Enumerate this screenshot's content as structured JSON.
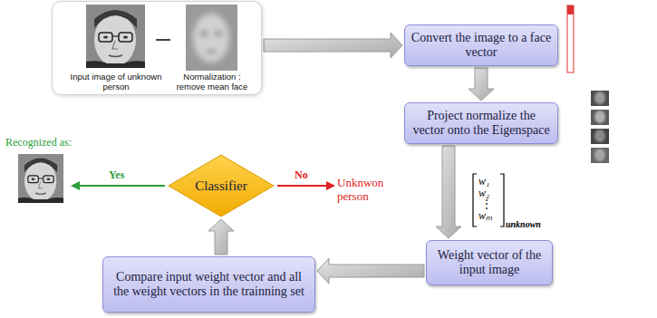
{
  "diagram": {
    "nodes": [
      {
        "text": [
          "Input image of unknown person",
          "Normalization : remove mean face"
        ]
      },
      {
        "text": [
          "Convert the image to a face vector"
        ]
      },
      {
        "text": [
          "Project normalize the vector onto the Eigenspace"
        ]
      },
      {
        "text": [
          "Weight vector of the input image"
        ]
      },
      {
        "text": [
          "Compare input weight vector and all the weight vectors in the trainning set"
        ]
      },
      {
        "text": [
          "Classifier"
        ]
      }
    ],
    "edges": [
      {
        "from": 0,
        "to": 1,
        "arrow": "to"
      },
      {
        "from": 1,
        "to": 2,
        "arrow": "to"
      },
      {
        "from": 2,
        "to": 3,
        "arrow": "to"
      },
      {
        "from": 3,
        "to": 4,
        "arrow": "to"
      },
      {
        "from": 4,
        "to": 5,
        "arrow": "to"
      }
    ],
    "labels": [
      "Recognized as:",
      "Yes",
      "No",
      "Unknwon person",
      "w₁",
      "w₂",
      "⋮",
      "wₘ",
      "unknown"
    ]
  }
}
